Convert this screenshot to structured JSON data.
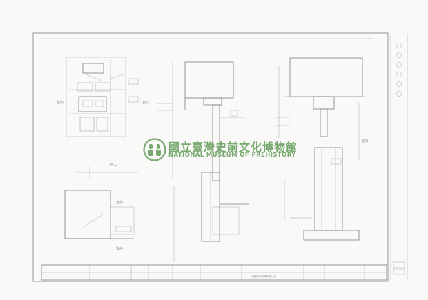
{
  "watermark": {
    "name_zh": "國立臺灣史前文化博物館",
    "name_en": "NATIONAL MUSEUM OF PREHISTORY",
    "color": "#77a86e"
  },
  "drawing": {
    "labels": {
      "room_a": "室外",
      "room_b": "室內",
      "mark_top": "M.C",
      "side_left": "室內",
      "side_right": "室外",
      "side_right2": "室外"
    },
    "title_block": {
      "company": "中國技術顧問有限公司"
    }
  }
}
